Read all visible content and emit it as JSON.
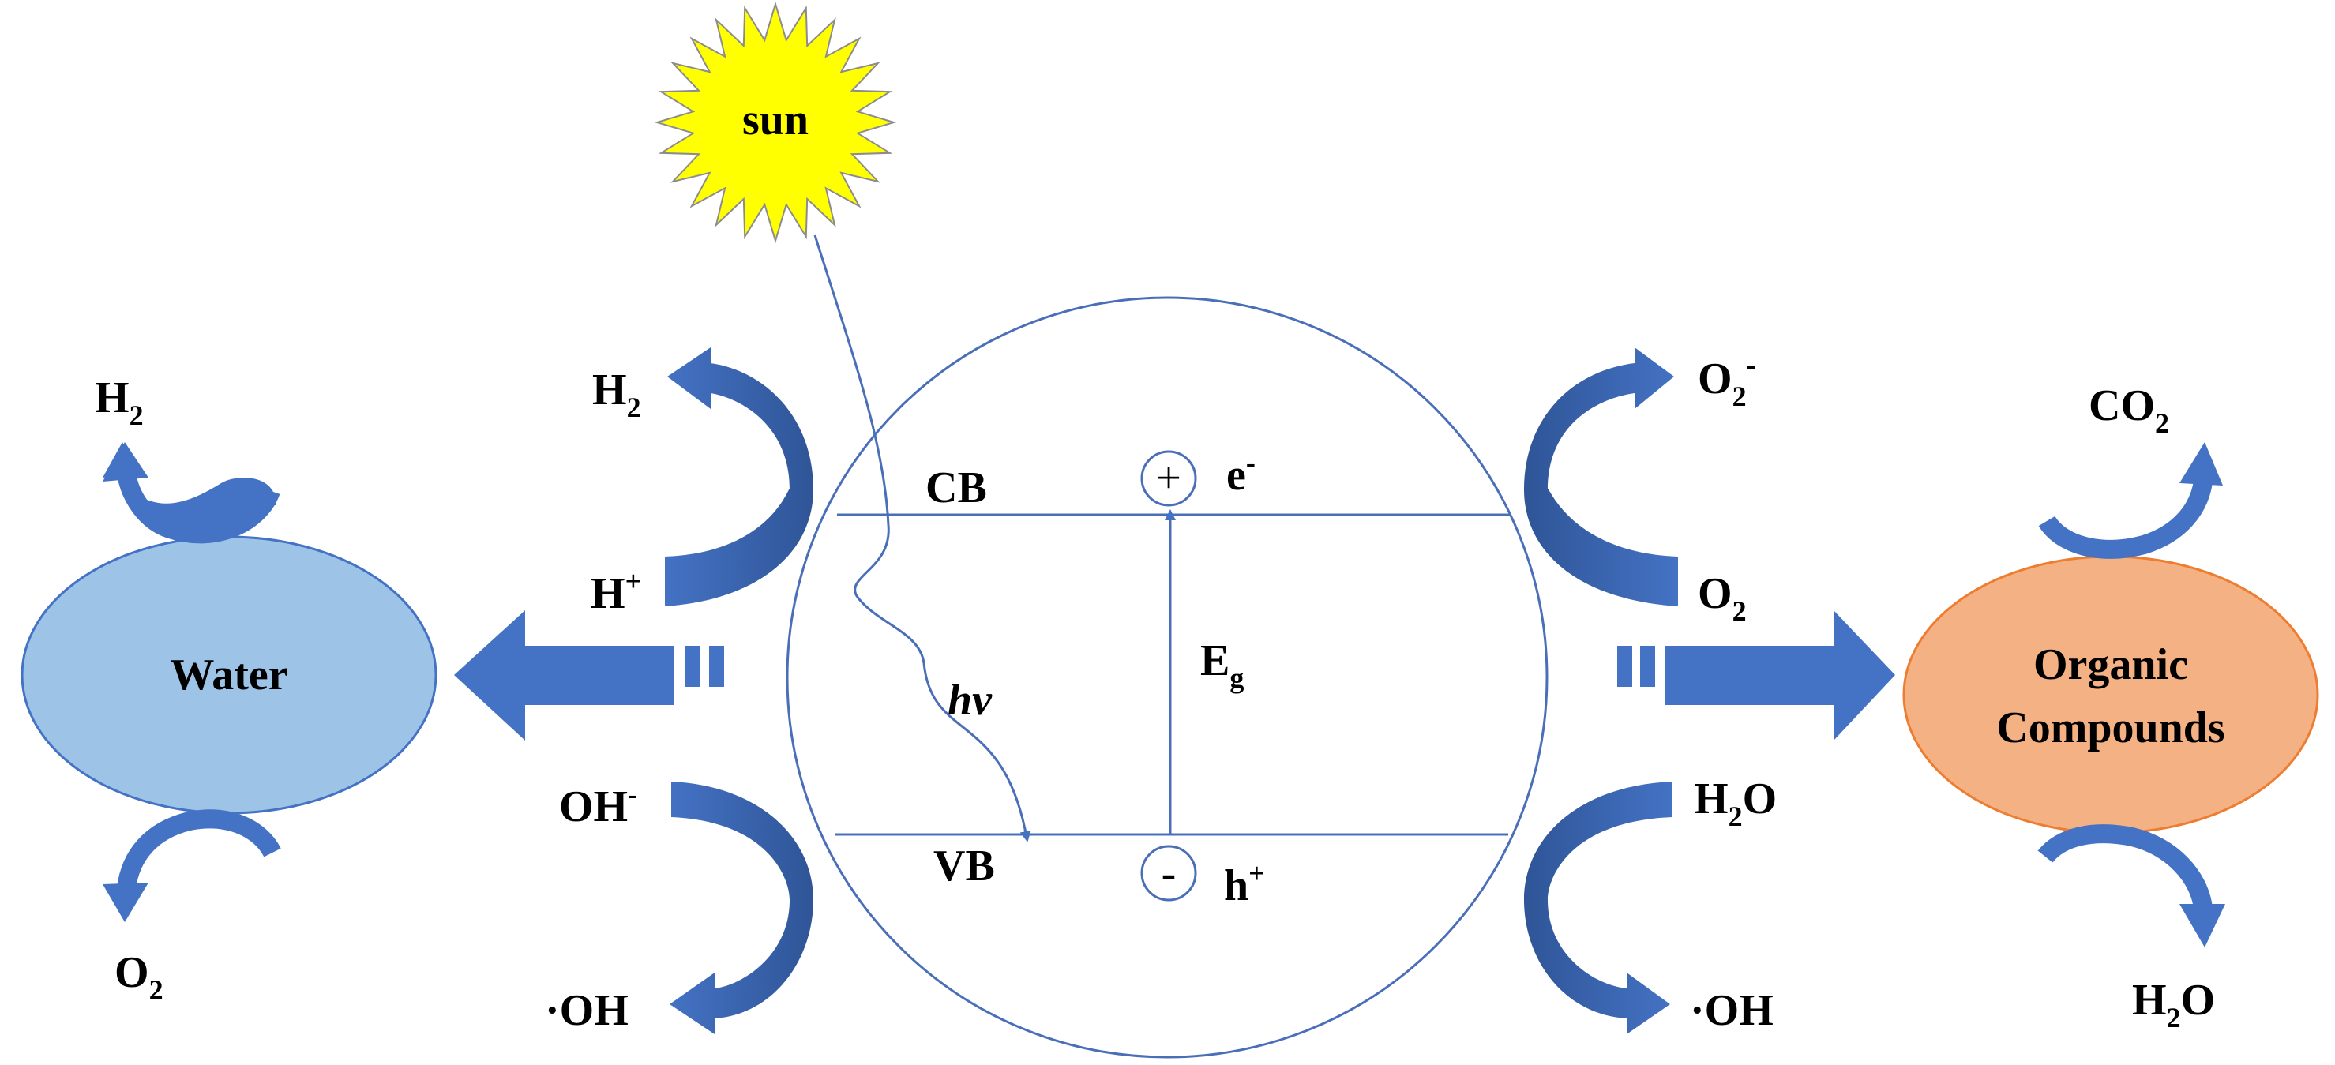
{
  "colors": {
    "accent_blue": "#4472C4",
    "dark_blue": "#2F5597",
    "water_fill": "#9DC3E6",
    "organic_fill": "#F4B183",
    "sun_fill": "#FFFF00",
    "line": "#4A6FB8"
  },
  "sun": {
    "label": "sun"
  },
  "semiconductor": {
    "cb": "CB",
    "vb": "VB",
    "photon": "hv",
    "gap_base": "E",
    "gap_sub": "g",
    "cb_symbol": "+",
    "vb_symbol": "-",
    "electron_base": "e",
    "electron_sup": "-",
    "hole_base": "h",
    "hole_sup": "+"
  },
  "water": {
    "label": "Water",
    "top_product_base": "H",
    "top_product_sub": "2",
    "bottom_product_base": "O",
    "bottom_product_sub": "2"
  },
  "organic": {
    "line1": "Organic",
    "line2": "Compounds",
    "top_product_base": "CO",
    "top_product_sub": "2",
    "bottom_product_pre": "H",
    "bottom_product_sub": "2",
    "bottom_product_post": "O"
  },
  "left_reactions": {
    "h2_base": "H",
    "h2_sub": "2",
    "hplus_base": "H",
    "hplus_sup": "+",
    "ohminus_base": "OH",
    "ohminus_sup": "-",
    "oh_radical": "·OH"
  },
  "right_reactions": {
    "o2minus_base": "O",
    "o2minus_sub": "2",
    "o2minus_sup": "-",
    "o2_base": "O",
    "o2_sub": "2",
    "h2o_pre": "H",
    "h2o_sub": "2",
    "h2o_post": "O",
    "oh_radical": "·OH"
  }
}
